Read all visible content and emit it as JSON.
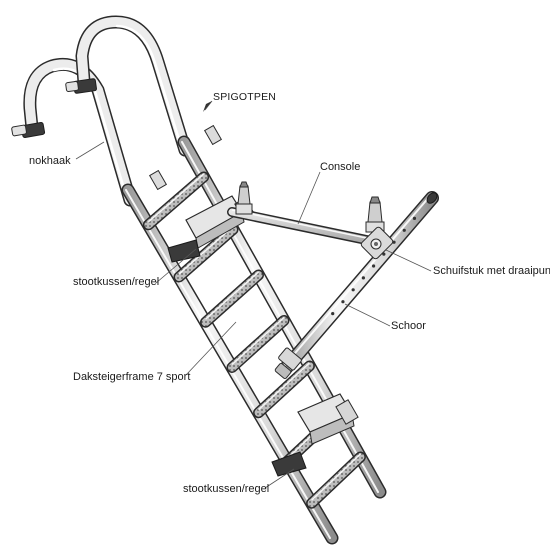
{
  "labels": {
    "spigotpen": "SPIGOTPEN",
    "nokhaak": "nokhaak",
    "console": "Console",
    "schuifstuk": "Schuifstuk met draaipunt",
    "stootkussen_top": "stootkussen/regel",
    "schoor": "Schoor",
    "frame": "Daksteigerframe 7 sport",
    "stootkussen_bottom": "stootkussen/regel"
  },
  "colors": {
    "metal_light": "#f4f4f4",
    "metal_mid": "#cfcfcf",
    "metal_dark": "#8a8a8a",
    "outline": "#2b2b2b",
    "rubber": "#3a3a3a",
    "leader": "#555555"
  }
}
